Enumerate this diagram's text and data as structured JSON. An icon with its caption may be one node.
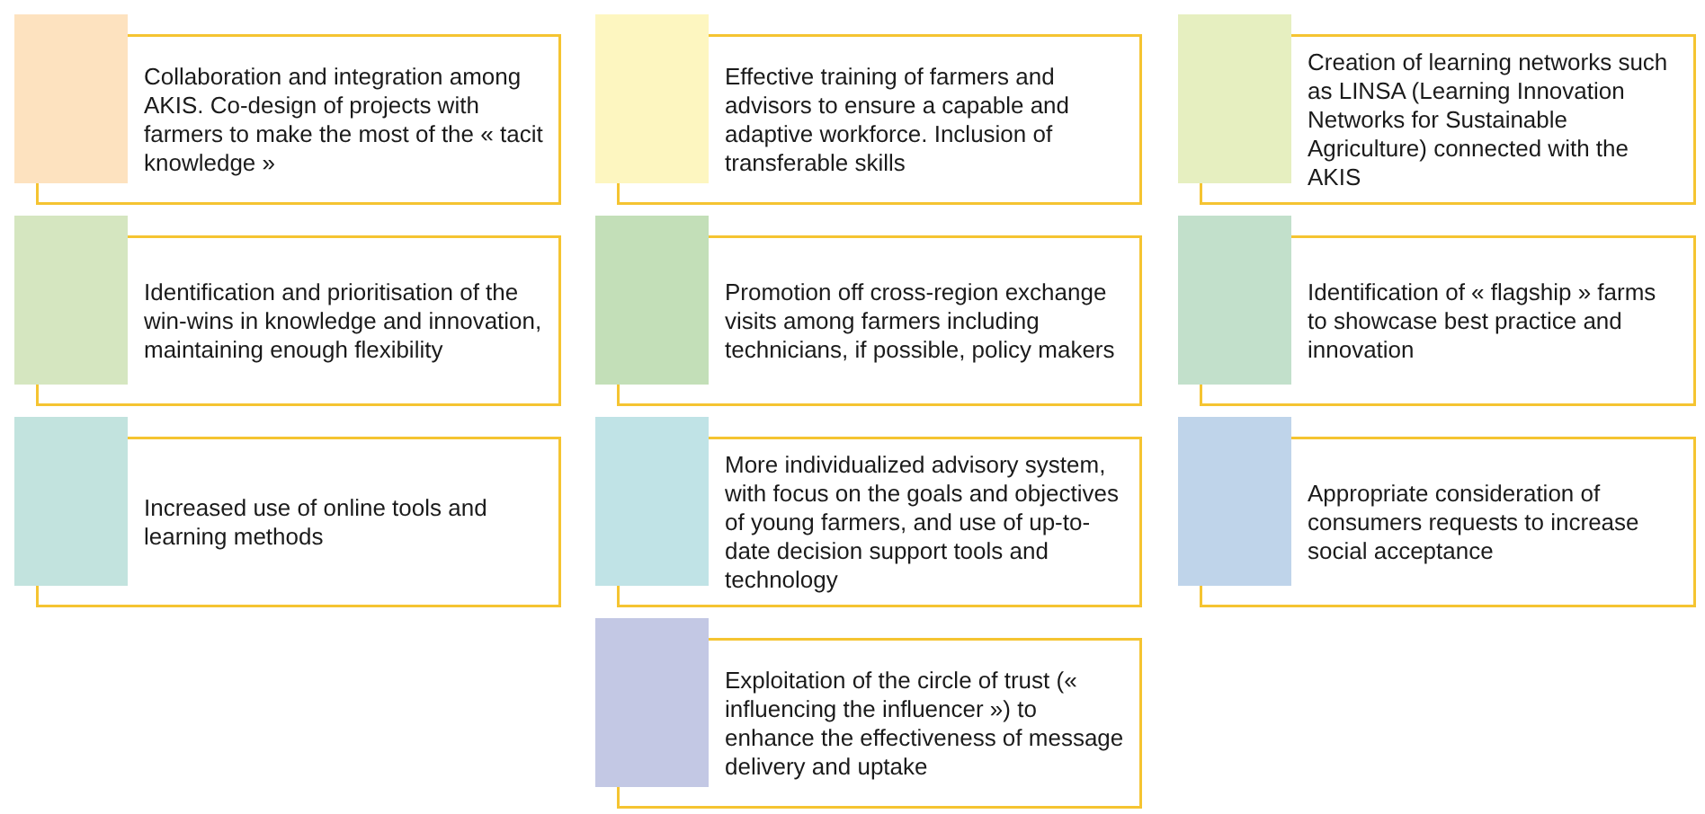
{
  "diagram": {
    "nodes": [
      {
        "text": [
          "Collaboration and integration among AKIS. Co-design of projects with farmers to make the most of the « tacit knowledge »"
        ]
      },
      {
        "text": [
          "Identification and prioritisation of the win-wins in knowledge and innovation, maintaining enough flexibility"
        ]
      },
      {
        "text": [
          "Increased use of online tools and learning methods"
        ]
      },
      {
        "text": [
          "Effective training of farmers and advisors to ensure a capable and adaptive workforce. Inclusion of transferable skills"
        ]
      },
      {
        "text": [
          "Promotion off cross-region exchange visits among farmers including technicians, if possible, policy makers"
        ]
      },
      {
        "text": [
          "More individualized advisory system, with focus on the goals and objectives of young farmers, and use of up-to-date decision support tools and technology"
        ]
      },
      {
        "text": [
          "Exploitation of the circle of trust (« influencing the  influencer ») to enhance the effectiveness of message delivery and uptake"
        ]
      },
      {
        "text": [
          "Creation of learning networks such as LINSA (Learning Innovation Networks for Sustainable Agriculture) connected with the AKIS"
        ]
      },
      {
        "text": [
          "Identification of « flagship » farms to showcase best practice and innovation"
        ]
      },
      {
        "text": [
          "Appropriate consideration of consumers requests to increase social acceptance"
        ]
      }
    ]
  }
}
